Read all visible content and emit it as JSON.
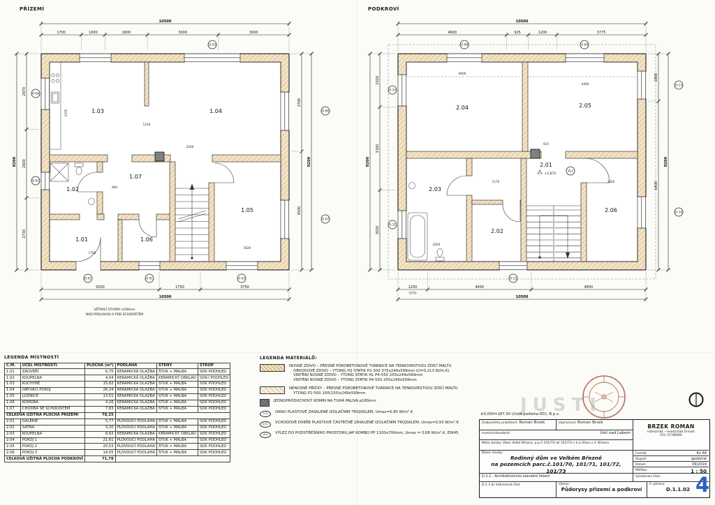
{
  "sheet": {
    "number": "4",
    "watermark": "JUSTI",
    "elevation_note": "±0,000=187,50 (čistá podlaha RD), B.p.v."
  },
  "plans": {
    "ground": {
      "title": "PŘÍZEMÍ",
      "rooms": [
        "1.01",
        "1.02",
        "1.03",
        "1.04",
        "1.05",
        "1.06",
        "1.07"
      ],
      "note_line1": "VĚTRACÍ OTVORY ⌀100mm",
      "note_line2": "NAD PODLAHOU A POD SCHODIŠTĚM",
      "dims": {
        "top": [
          "1700",
          "1000",
          "1800",
          "3000",
          "3000"
        ],
        "top_total": "10500",
        "bottom": [
          "5000",
          "1750",
          "3750"
        ],
        "bottom_total": "10500",
        "left": [
          "2870",
          "2600",
          "2730"
        ],
        "left_total": "8200",
        "right": [
          "3700",
          "4500"
        ],
        "right_total": "8200",
        "inner": [
          "2470",
          "1150",
          "2500",
          "900",
          "1750",
          "3620"
        ]
      },
      "markers": {
        "m_top": "O-03",
        "m_l1": "O-04",
        "m_l2": "O-05",
        "m_b1": "D-01",
        "m_b2": "O-01",
        "m_b3": "O-02",
        "m_r1": "O-06",
        "m_r2": "O-07"
      }
    },
    "attic": {
      "title": "PODKROVÍ",
      "rooms": [
        "2.01",
        "2.02",
        "2.03",
        "2.04",
        "2.05",
        "2.06"
      ],
      "level_mark": "+2,875",
      "vl2": "VL2",
      "dims": {
        "top": [
          "4600",
          "925",
          "1200",
          "3775"
        ],
        "top_total": "10500",
        "bottom": [
          "1250",
          "4400",
          "4850"
        ],
        "bottom_note": "(375)",
        "bottom_total": "10500",
        "left": [
          "2020",
          "3160",
          "3020"
        ],
        "left_total": "8200",
        "right": [
          "1800",
          "6400"
        ],
        "right_total": "8200",
        "inner": [
          "4600",
          "1170",
          "2020",
          "3020",
          "4400",
          "925"
        ]
      },
      "markers": {
        "m_t1": "O-08",
        "m_t2": "O-09",
        "m_l1": "O-10",
        "m_l2": "O-11",
        "m_b1": "O-12",
        "m_r1": "O-13",
        "m_r2": "O-14"
      }
    }
  },
  "room_legend": {
    "title": "LEGENDA MÍSTNOSTÍ",
    "headers": [
      "Č.M.",
      "ÚČEL MÍSTNOSTI",
      "PLOCHA (m²)",
      "PODLAHA",
      "STĚNY",
      "STROP"
    ],
    "rows": [
      {
        "cm": "1.01",
        "name": "ZÁDVEŘÍ",
        "area": "6,75",
        "floor": "KERAMICKÁ DLAŽBA",
        "walls": "ŠTUK + MALBA",
        "ceiling": "SDK PODHLED"
      },
      {
        "cm": "1.02",
        "name": "KOUPELNA",
        "area": "4,04",
        "floor": "KERAMICKÁ DLAŽBA",
        "walls": "KERAMICKÝ OBKLAD",
        "ceiling": "SDK-I PODHLED"
      },
      {
        "cm": "1.03",
        "name": "KUCHYNĚ",
        "area": "15,62",
        "floor": "KERAMICKÁ DLAŽBA",
        "walls": "ŠTUK + MALBA",
        "ceiling": "SDK PODHLED"
      },
      {
        "cm": "1.04",
        "name": "OBÝVACÍ POKOJ",
        "area": "26,24",
        "floor": "KERAMICKÁ DLAŽBA",
        "walls": "ŠTUK + MALBA",
        "ceiling": "SDK PODHLED"
      },
      {
        "cm": "1.05",
        "name": "LOŽNICE",
        "area": "13,51",
        "floor": "KERAMICKÁ DLAŽBA",
        "walls": "ŠTUK + MALBA",
        "ceiling": "SDK PODHLED"
      },
      {
        "cm": "1.06",
        "name": "KOMORA",
        "area": "4,26",
        "floor": "KERAMICKÁ DLAŽBA",
        "walls": "ŠTUK + MALBA",
        "ceiling": "SDK PODHLED"
      },
      {
        "cm": "1.07",
        "name": "CHODBA SE SCHODIŠTĚM",
        "area": "7,83",
        "floor": "KERAMICKÁ DLAŽBA",
        "walls": "ŠTUK + MALBA",
        "ceiling": "SDK PODHLED"
      }
    ],
    "total_ground_label": "CELKOVÁ UŽITNÁ PLOCHA PŘÍZEMÍ",
    "total_ground_value": "78,25",
    "rows_attic": [
      {
        "cm": "2.01",
        "name": "GALERIE",
        "area": "5,77",
        "floor": "PLOVOUCÍ PODLAHA",
        "walls": "ŠTUK + MALBA",
        "ceiling": "SDK PODHLED"
      },
      {
        "cm": "2.02",
        "name": "ŠATNA",
        "area": "3,20",
        "floor": "PLOVOUCÍ PODLAHA",
        "walls": "ŠTUK + MALBA",
        "ceiling": "SDK PODHLED"
      },
      {
        "cm": "2.03",
        "name": "KOUPELNA",
        "area": "6,62",
        "floor": "KERAMICKÁ DLAŽBA",
        "walls": "KERAMICKÝ OBKLAD",
        "ceiling": "SDK PODHLED"
      },
      {
        "cm": "2.04",
        "name": "POKOJ 1",
        "area": "21,61",
        "floor": "PLOVOUCÍ PODLAHA",
        "walls": "ŠTUK + MALBA",
        "ceiling": "SDK PODHLED"
      },
      {
        "cm": "2.05",
        "name": "POKOJ 2",
        "area": "20,53",
        "floor": "PLOVOUCÍ PODLAHA",
        "walls": "ŠTUK + MALBA",
        "ceiling": "SDK PODHLED"
      },
      {
        "cm": "2.06",
        "name": "POKOJ 3",
        "area": "14,05",
        "floor": "PLOVOUCÍ PODLAHA",
        "walls": "ŠTUK + MALBA",
        "ceiling": "SDK PODHLED"
      }
    ],
    "total_attic_label": "CELKOVÁ UŽITNÁ PLOCHA PODKROVÍ",
    "total_attic_value": "71,78"
  },
  "material_legend": {
    "title": "LEGENDA MATERIÁLŮ:",
    "item1_line1": "NOSNÉ ZDIVO – PŘESNÉ PÓROBETONOVÉ TVÁRNICE NA TENKOVRSTVOU ZDÍCÍ MALTU",
    "item1_line2": "OBVODOVÉ ZDIVO – YTONG YQ STATIK P2-300 375x249x599mm (U=0,213 W/m.K)",
    "item1_line3": "VNITŘNÍ NOSNÉ ZDIVO – YTONG STATIK HL P4-550 250x249x599mm",
    "item1_line4": "VNITŘNÍ NOSNÉ ZDIVO – YTONG STATIK P4-550 250x249x599mm",
    "item2_line1": "NENOSNÉ PŘÍČKY – PŘESNÉ PÓROBETONOVÉ TVÁRNICE NA TENKOVRSTVOU ZDÍCÍ MALTU",
    "item2_line2": "YTONG P2-500 100(150)x249x599mm",
    "item3": "JEDNOPRŮDUCHOVÝ KOMÍN NA TUHÁ PALIVA ⌀180mm",
    "item4_key": "O.O.",
    "item4": "OKNO PLASTOVÉ ZASKLENÉ IZOLAČNÍM TROJSKLEM, Umax=0,80 W/m².K",
    "item5_key": "D.O.",
    "item5": "VCHODOVÉ DVEŘE PLASTOVÉ ČÁSTEČNĚ ZASKLENÉ IZOLAČNÍM TROJSKLEM, Umax=0,93 W/m².K",
    "item6_key": "VL2",
    "item6": "VÝLEZ DO PODSTŘEŠNÍHO PROSTORU JAP KOMBO PP 1100x700mm, Umax = 0,68 W/m².K, EW45"
  },
  "title_block": {
    "resp_label": "Zodpovědný projektant:",
    "resp_value": "Roman Brzek",
    "drawn_label": "Vypracoval:",
    "drawn_value": "Roman Brzek",
    "investor_label": "Investor/stavebník:",
    "investor_value": "Ústí nad Labem",
    "site_label": "Místo stavby:",
    "site_value": "Obec Velké Březno, p.p.č.101/70 až 101/73 v k.ú.Vítov u V. Března",
    "project_label": "Název stavby:",
    "project_line1": "Rodinný dům ve Velkém Březně",
    "project_line2": "na pozemcích parc.č.101/70, 101/71, 101/72, 101/73",
    "format_label": "Formát:",
    "format_value": "6x A4",
    "stage_label": "Stupeň:",
    "stage_value": "společné",
    "date_label": "Datum:",
    "date_value": "09/2019",
    "scale_label": "Měřítko:",
    "scale_value": "1 : 50",
    "part_line1": "D.1.1 - Architektonicko-stavební řešení",
    "part_line2": "D.1.1.b) Výkresová část",
    "copy_label": "Vyhotovení číslo:",
    "drawing_label": "Výkres:",
    "drawing_title": "Půdorysy přízemí a podkroví",
    "number_label": "Č.výkresu:",
    "drawing_number": "D.1.1.02",
    "company_name": "BRZEK ROMAN",
    "company_sub": "inženýrská – investorská činnost",
    "company_ico": "IČO: 47786600"
  }
}
